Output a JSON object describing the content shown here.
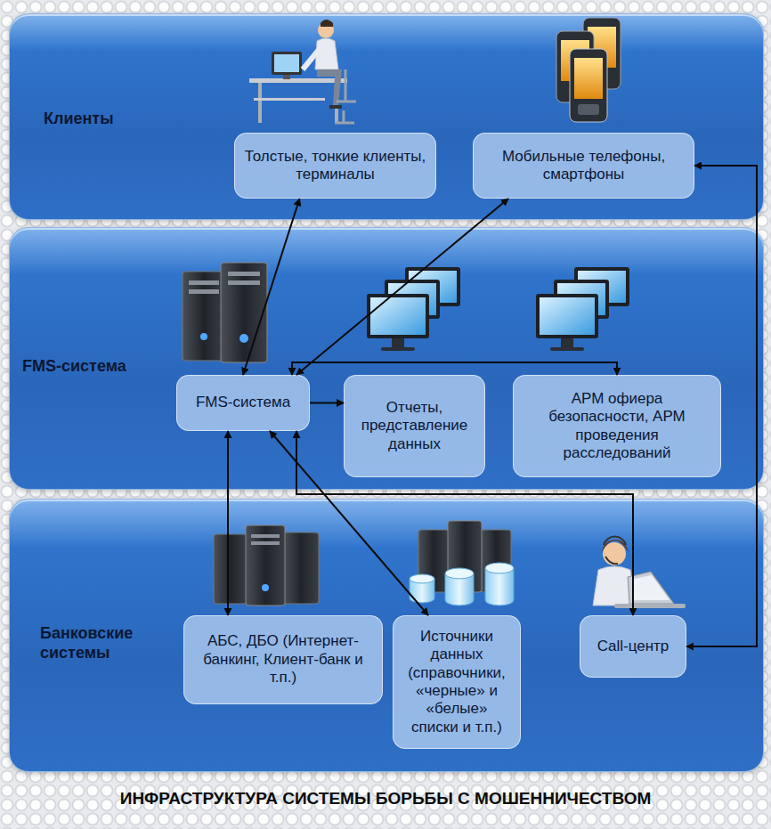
{
  "diagram": {
    "caption": "ИНФРАСТРУКТУРА СИСТЕМЫ БОРЬБЫ С МОШЕННИЧЕСТВОМ",
    "nodes": [
      {
        "text": [
          "Клиенты"
        ]
      },
      {
        "text": [
          "Толстые, тонкие клиенты, терминалы"
        ],
        "in": 0
      },
      {
        "text": [
          "Мобильные телефоны, смартфоны"
        ],
        "in": 0
      },
      {
        "text": [
          "FMS-система"
        ]
      },
      {
        "text": [
          "FMS-система"
        ],
        "in": 3
      },
      {
        "text": [
          "Отчеты, представление данных"
        ],
        "in": 3
      },
      {
        "text": [
          "АРМ офиера безопасности, АРМ проведения расследований"
        ],
        "in": 3
      },
      {
        "text": [
          "Банковские системы"
        ]
      },
      {
        "text": [
          "АБС, ДБО (Интернет-банкинг, Клиент-банк и т.п.)"
        ],
        "in": 7
      },
      {
        "text": [
          "Источники данных (справочники, «черные» и «белые» списки и т.п.)"
        ],
        "in": 7
      },
      {
        "text": [
          "Call-центр"
        ],
        "in": 7
      }
    ],
    "edges": [
      {
        "from": 1,
        "to": 4,
        "arrow": "both"
      },
      {
        "from": 2,
        "to": 4,
        "arrow": "both"
      },
      {
        "from": 4,
        "to": 5,
        "arrow": "to"
      },
      {
        "from": 4,
        "to": 6,
        "arrow": "both"
      },
      {
        "from": 4,
        "to": 8,
        "arrow": "both"
      },
      {
        "from": 4,
        "to": 9,
        "arrow": "both"
      },
      {
        "from": 4,
        "to": 10,
        "arrow": "both"
      },
      {
        "from": 10,
        "to": 2,
        "arrow": "both"
      }
    ]
  }
}
